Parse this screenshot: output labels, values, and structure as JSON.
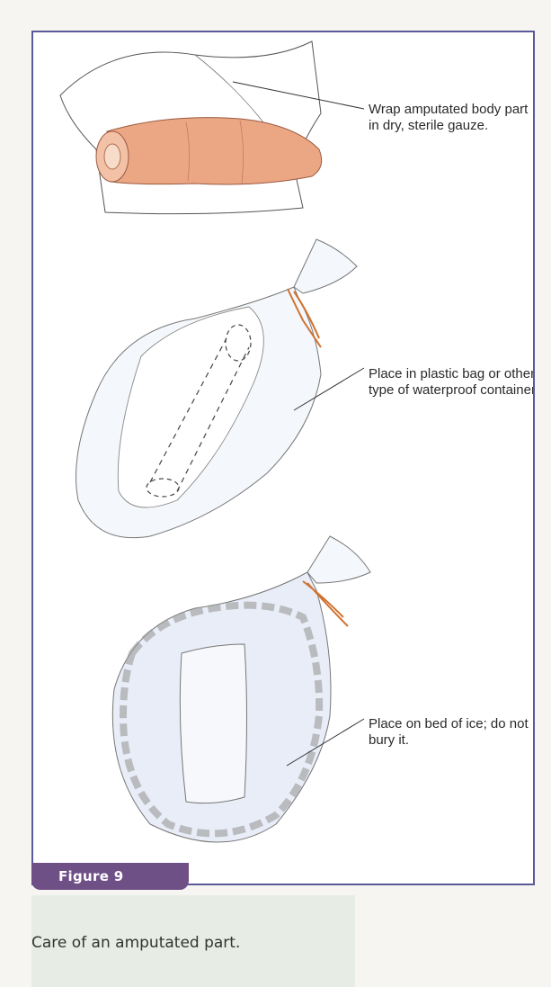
{
  "figure": {
    "label": "Figure 9",
    "caption": "Care of an amputated part."
  },
  "callouts": [
    {
      "text": "Wrap amputated body part in dry, sterile gauze."
    },
    {
      "text": "Place in plastic bag or other type of waterproof container."
    },
    {
      "text": "Place on bed of ice; do not bury it."
    }
  ],
  "colors": {
    "frame_border": "#5a5a9a",
    "tab_fill": "#6e4f86",
    "caption_band": "#e7ede4",
    "string": "#d0722f",
    "limb": "#e8a27f"
  }
}
